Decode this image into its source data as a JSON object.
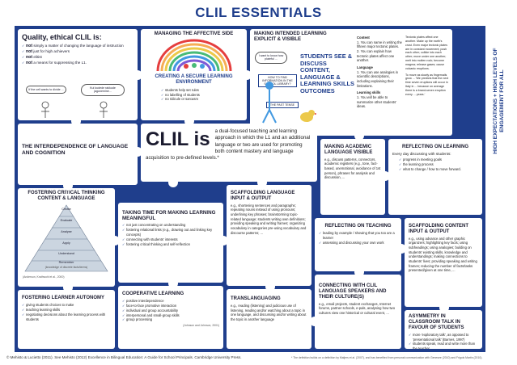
{
  "title": "CLIL ESSENTIALS",
  "side_banner": "High expectations + high levels of engagement for all",
  "quality": {
    "heading": "Quality, ethical CLIL is:",
    "items": [
      {
        "bold": "not",
        "rest": "simply a matter of changing the language of instruction"
      },
      {
        "bold": "not",
        "rest": "just for high achievers"
      },
      {
        "bold": "not",
        "rest": "elitist"
      },
      {
        "bold": "not",
        "rest": "a means for suppressing the L1."
      }
    ],
    "bubble_left": "If the cell wants to divide ...",
    "bubble_right": "Kui kudede rakkude jagunemine..."
  },
  "affective": {
    "heading": "Managing the affective side",
    "rainbow_text": "Creating a secure learning environment",
    "items": [
      "students help set rules",
      "no labelling of students",
      "no ridicule or sarcasm"
    ]
  },
  "intended": {
    "heading": "Making intended learning explicit & visible",
    "big": "Students see & discuss content, language & learning skills outcomes",
    "thought": "I want to know how plateful ...",
    "signs": [
      "How to find information in the school library?",
      "The Past Tense"
    ],
    "content_label": "Content",
    "content_text": "1. You can name in writing the fifteen major tectonic plates. 2. You can explain how tectonic plates affect one another.",
    "language_label": "Language",
    "language_text": "1. You can use analogies in scientific descriptions, including explaining their limitations.",
    "skills_label": "Learning skills",
    "skills_text": "1. You will be able to summarize other students' ideas.",
    "right_text": "Tectonic plates affect one another. Make up the earth's crust. Even major tectonic plates are in constant movement; push each other; collide into each other; move under one another; melt into molten rock; become magma; release gases; cause volcanic eruptions.",
    "right_text2": "To move as slowly as fingernails grow ... 'We predicts that the next time seven eruptions will occur in Italy in ... because on average there is a brand-seven eruption every ... years.'"
  },
  "interdependence": {
    "heading": "The interdependence of language and cognition"
  },
  "clil": {
    "big": "CLIL is",
    "text": "a dual-focused teaching and learning approach in which the L1 and an additional language or two are used for promoting both content mastery and language acquisition to pre-defined levels.*"
  },
  "academic": {
    "heading": "Making academic language visible",
    "text": "e.g., discuss patterns, connectors, academic registers (e.g., tone, fact-based, unemotional, avoidance of 1st person), phrases for analysis and discussion, ..."
  },
  "reflect_learning": {
    "heading": "Reflecting on learning",
    "intro": "Every day discussing with students:",
    "items": [
      "progress in meeting goals",
      "the learning process",
      "what to change / how to move forward."
    ]
  },
  "critical": {
    "heading": "Fostering critical thinking content & language",
    "levels": [
      "Create",
      "Evaluate",
      "Analyse",
      "Apply",
      "Understand",
      "Remember"
    ],
    "caption": "(knowledge of discrete facts/terms)",
    "cite": "(Anderson, Krathwohl et al., 2000)"
  },
  "meaningful": {
    "heading": "Taking time for making learning meaningful",
    "items": [
      "not just concentrating on understanding",
      "fostering relational links (e.g., drawing out and linking key concepts)",
      "connecting with students' interests",
      "fostering critical thinking and self-reflection"
    ]
  },
  "scaffold_lang": {
    "heading": "Scaffolding language input & output",
    "text": "e.g., shortening sentences and paragraphs; repeating nouns instead of using pronouns; underlining key phrases; brainstorming topic-related language; students writing own definitions; providing speaking and writing frames; organizing vocabulary in categories pre-using vocabulary and discourse patterns; ..."
  },
  "reflect_teaching": {
    "heading": "Reflecting on teaching",
    "items": [
      "leading by example / showing that you too are a learner",
      "assessing and discussing your own work"
    ]
  },
  "scaffold_content": {
    "heading": "Scaffolding content input & output",
    "text": "e.g., using advance and other graphic organizers; highlighting key facts; using subheadings; using analogies; building on students' existing skills, knowledge and understandings; making connections to students' lives; providing speaking and writing frames; reducing the number of facts/tasks presented/given at one time, ..."
  },
  "autonomy": {
    "heading": "Fostering learner autonomy",
    "items": [
      "giving students choices to make",
      "teaching learning skills",
      "negotiating decisions about the learning process with students"
    ]
  },
  "cooperative": {
    "heading": "Cooperative learning",
    "items": [
      "positive interdependence",
      "face-to-face promotive interaction",
      "individual and group accountability",
      "interpersonal and small-group skills",
      "group processing"
    ],
    "cite": "(Johnson and Johnson, 2001)"
  },
  "translanguaging": {
    "heading": "Translanguaging",
    "text": "e.g., reading (listening) and judicious use of listening, reading and/or watching about a topic in one language, and discussing and/or writing about the topic in another language"
  },
  "connecting": {
    "heading": "Connecting with CLIL language speakers and their culture(s)",
    "text": "e.g., email projects, student exchanges, Internet forums, partner schools, e-pals, analysing how two cultures view one historical or cultural event, ..."
  },
  "asymmetry": {
    "heading": "Asymmetry in classroom talk in favour of students",
    "items": [
      "more 'exploratory talk', as opposed to 'presentational talk' (Barnes, 1997)",
      "students speak, read and write more than the teacher"
    ]
  },
  "footer": {
    "left": "© Mehisto & Lucietto (2011). See Mehisto (2012) Excellence in Bilingual Education: A Guide for School Principals. Cambridge University Press.",
    "right": "* The definition builds on a definition by Maljers et al. (2007), and has benefited from personal communication with Genesee (2010) and Frigols Martin (2010)."
  },
  "colors": {
    "brand": "#1f3e8c",
    "accent": "#e53e3e"
  }
}
